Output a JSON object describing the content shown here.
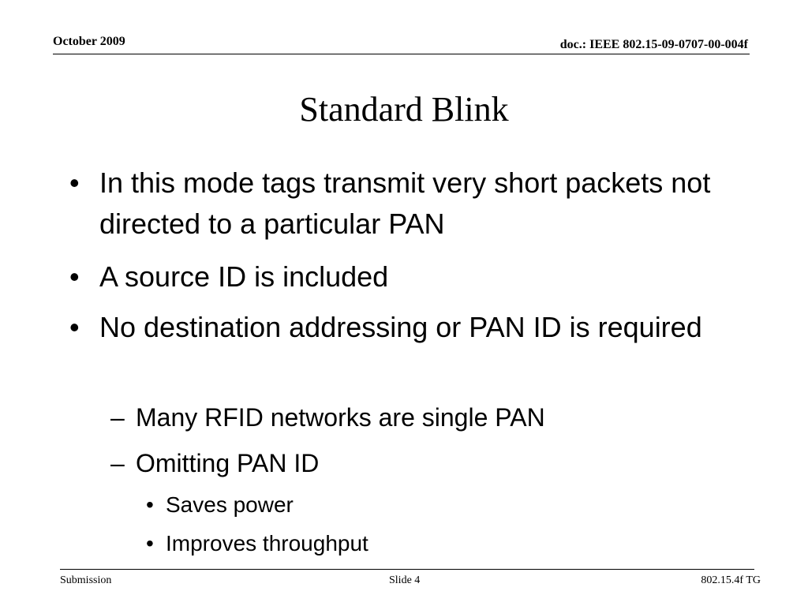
{
  "header": {
    "date": "October 2009",
    "doc_id": "doc.: IEEE 802.15-09-0707-00-004f"
  },
  "title": "Standard Blink",
  "bullets": [
    {
      "marker": "•",
      "text": "In this mode tags transmit very short packets not directed to a particular PAN"
    },
    {
      "marker": "•",
      "text": "A source ID is included"
    },
    {
      "marker": "•",
      "text": "No destination addressing or PAN ID is required"
    },
    {
      "marker": "–",
      "text": "Many RFID networks are single PAN"
    },
    {
      "marker": "–",
      "text": "Omitting PAN ID"
    },
    {
      "marker": "•",
      "text": "Saves power"
    },
    {
      "marker": "•",
      "text": "Improves throughput"
    }
  ],
  "footer": {
    "left": "Submission",
    "center": "Slide 4",
    "right": "802.15.4f TG"
  }
}
